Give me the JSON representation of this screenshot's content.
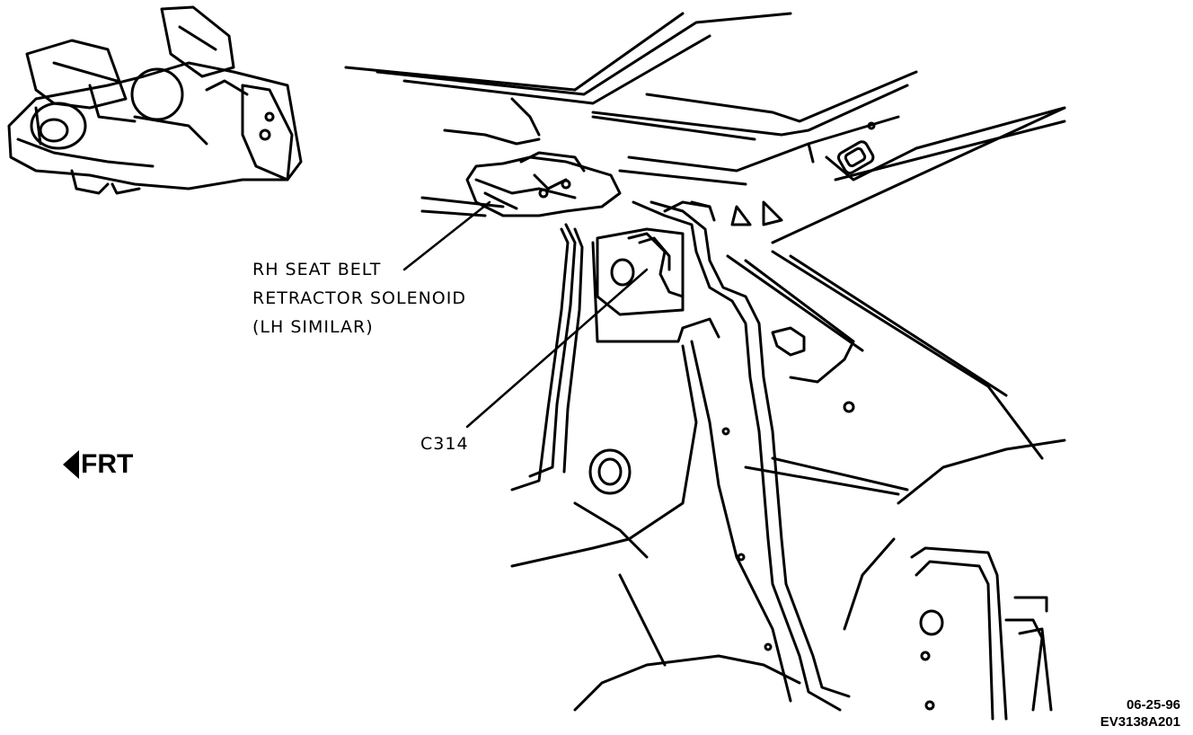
{
  "labels": {
    "solenoid_line1": "RH SEAT BELT",
    "solenoid_line2": "RETRACTOR SOLENOID",
    "solenoid_line3": "(LH SIMILAR)",
    "connector": "C314",
    "front_indicator": "FRT",
    "date_code": "06-25-96",
    "figure_id": "EV3138A201"
  },
  "colors": {
    "line": "#000000",
    "background": "#ffffff"
  },
  "icons": {
    "front_arrow": "left-arrow-icon"
  }
}
